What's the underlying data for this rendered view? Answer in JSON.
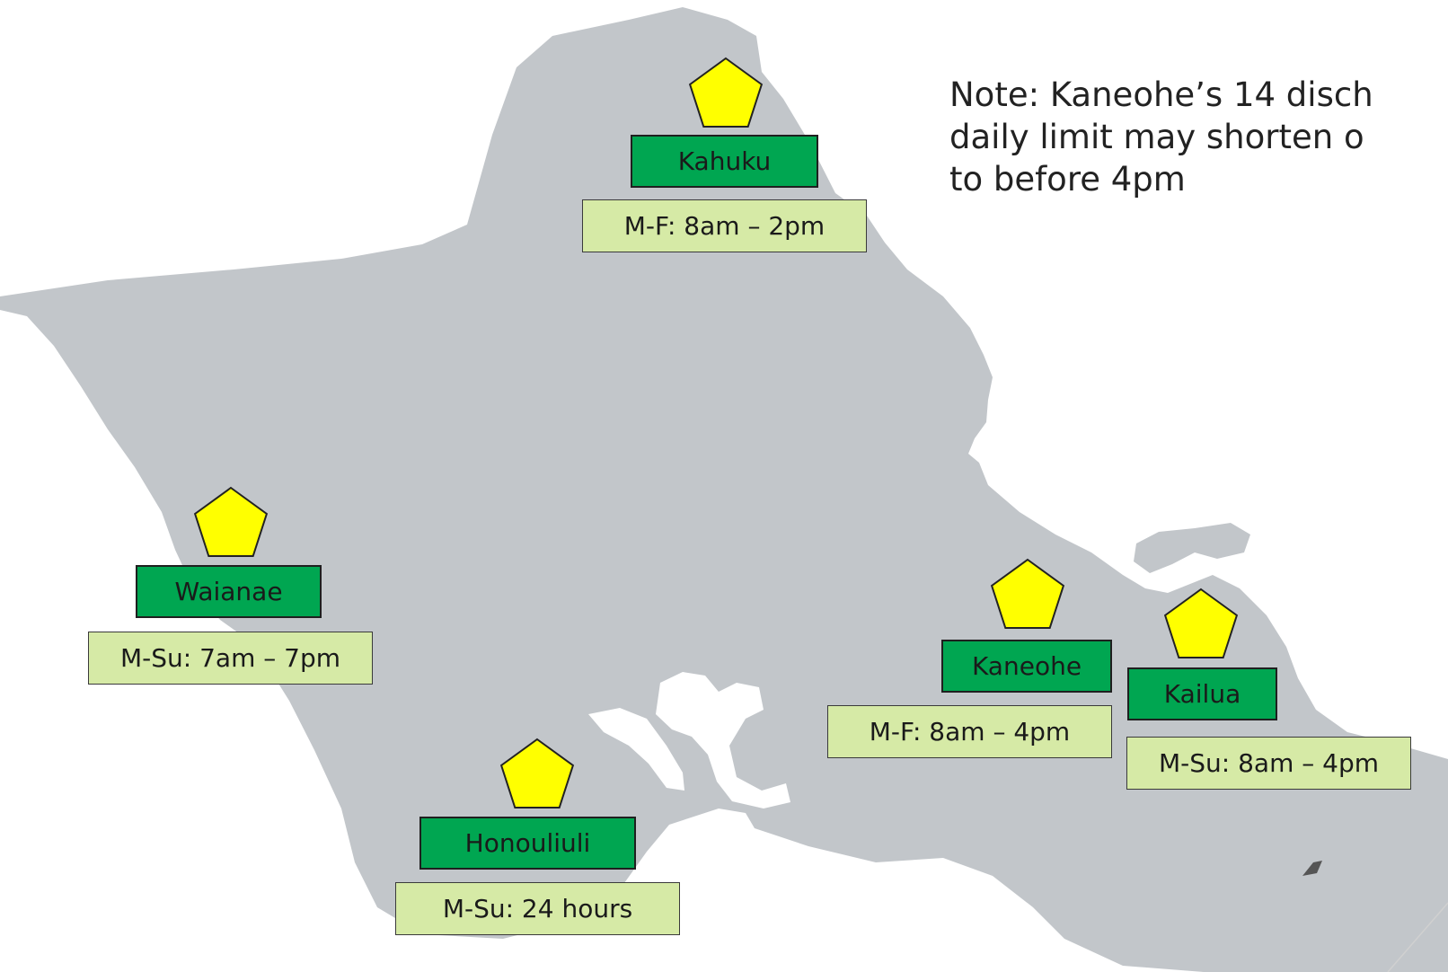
{
  "note": "Note: Kaneohe’s 14 disch\ndaily limit may shorten o\nto before 4pm",
  "colors": {
    "land": "#c2c6ca",
    "site_label_fill": "#00a651",
    "hours_label_fill": "#d6eaa6",
    "marker_fill": "#ffff00",
    "marker_stroke": "#222222",
    "background": "#ffffff"
  },
  "icons": {
    "marker": "pentagon-marker-icon"
  },
  "sites": [
    {
      "id": "kahuku",
      "name": "Kahuku",
      "hours": "M-F: 8am – 2pm"
    },
    {
      "id": "waianae",
      "name": "Waianae",
      "hours": "M-Su: 7am – 7pm"
    },
    {
      "id": "honouliuli",
      "name": "Honouliuli",
      "hours": "M-Su: 24 hours"
    },
    {
      "id": "kaneohe",
      "name": "Kaneohe",
      "hours": "M-F: 8am – 4pm"
    },
    {
      "id": "kailua",
      "name": "Kailua",
      "hours": "M-Su: 8am – 4pm"
    }
  ]
}
